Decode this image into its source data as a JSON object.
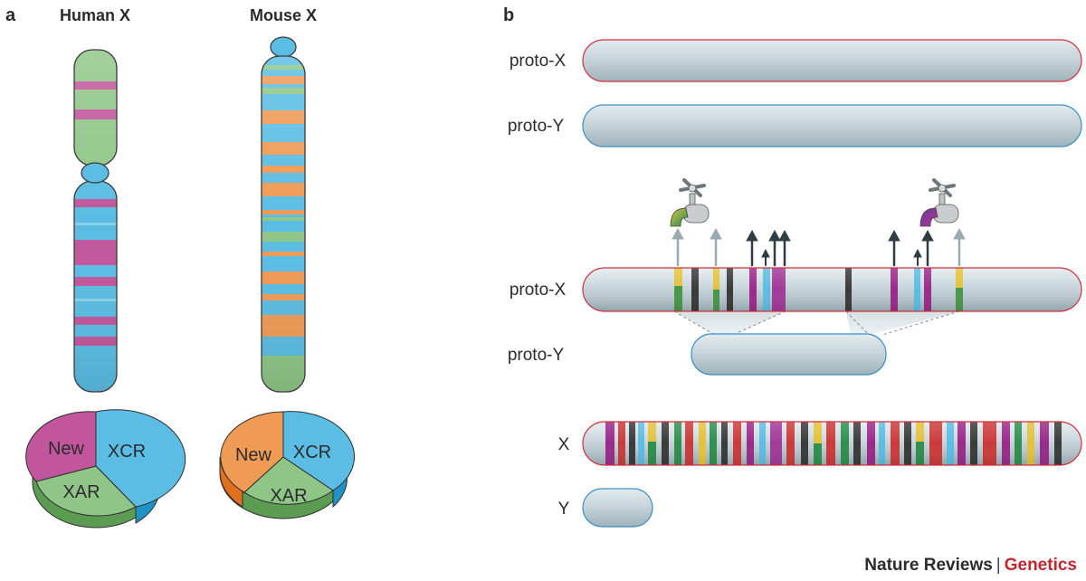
{
  "panel_a": {
    "label": "a",
    "human_title": "Human X",
    "mouse_title": "Mouse X",
    "human_pie": {
      "new": "New",
      "xcr": "XCR",
      "xar": "XAR"
    },
    "mouse_pie": {
      "new": "New",
      "xcr": "XCR",
      "xar": "XAR"
    }
  },
  "panel_b": {
    "label": "b",
    "rows": {
      "proto_x_1": "proto-X",
      "proto_y_1": "proto-Y",
      "proto_x_2": "proto-X",
      "proto_y_2": "proto-Y",
      "x": "X",
      "y": "Y"
    }
  },
  "credit": {
    "journal": "Nature Reviews",
    "separator": "|",
    "section": "Genetics"
  },
  "colors": {
    "xcr_blue": "#5bbde3",
    "xar_green": "#8fc687",
    "new_magenta": "#c2569c",
    "mouse_orange": "#ef9a55",
    "chrom_grey": "#c9d6dc",
    "proto_x_outline": "#d0303a",
    "proto_y_outline": "#3a8fc7"
  }
}
